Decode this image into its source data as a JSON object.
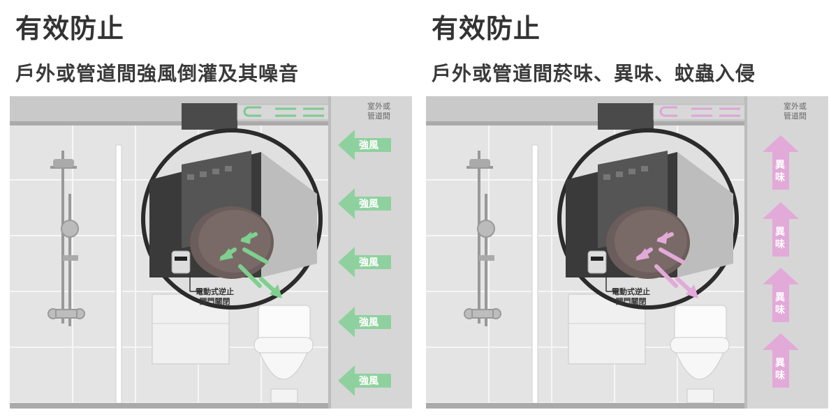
{
  "panels": [
    {
      "title": "有效防止",
      "subtitle": "戶外或管道間強風倒灌及其噪音",
      "corner_label_line1": "室外或",
      "corner_label_line2": "管道間",
      "damper_label_line1": "電動式逆止",
      "damper_label_line2": "閥門關閉",
      "wind_labels": [
        "強風",
        "強風",
        "強風",
        "強風",
        "強風"
      ],
      "accent_color": "#8fd19e"
    },
    {
      "title": "有效防止",
      "subtitle": "戶外或管道間菸味、異味、蚊蟲入侵",
      "corner_label_line1": "室外或",
      "corner_label_line2": "管道間",
      "damper_label_line1": "電動式逆止",
      "damper_label_line2": "閥門關閉",
      "odor_labels": [
        "異味",
        "異味",
        "異味",
        "異味"
      ],
      "accent_color": "#e2aad8"
    }
  ]
}
